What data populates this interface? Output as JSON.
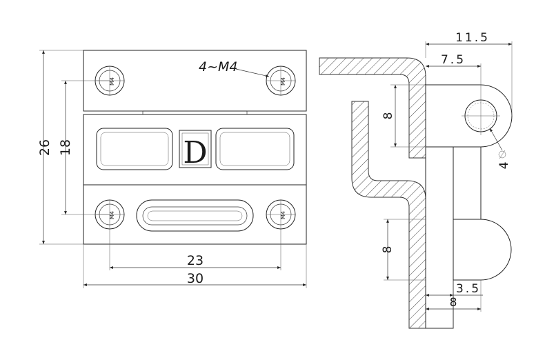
{
  "drawing": {
    "front_view": {
      "overall_width": "30",
      "hole_spacing_horizontal": "23",
      "overall_height": "26",
      "hole_spacing_vertical": "18",
      "thread_callout": "4~M4",
      "hole_label": "M4",
      "logo_letter": "D"
    },
    "side_view": {
      "top_offset_outer": "11.5",
      "top_offset_inner": "7.5",
      "upper_height": "8",
      "lower_height": "8",
      "bottom_offset_inner": "3.5",
      "bottom_offset_outer": "8",
      "pin_diameter": "4"
    }
  }
}
